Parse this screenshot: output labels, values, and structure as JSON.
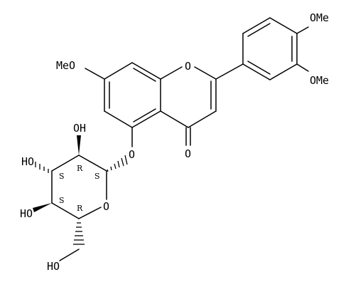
{
  "molecule": {
    "atoms": {
      "meo_left": "MeO",
      "ome_top": "OMe",
      "ome_mid": "OMe",
      "ring_o_chromone": "O",
      "carbonyl_o": "O",
      "glycosidic_o": "O",
      "sugar_ring_o": "O",
      "oh_top": "OH",
      "ho_left": "HO",
      "ho_lower": "HO",
      "ho_bottom": "HO"
    },
    "stereo_labels": {
      "c2_r": "R",
      "c1_s": "S",
      "c3_s": "S",
      "c4_s": "S",
      "c5_r": "R"
    }
  }
}
